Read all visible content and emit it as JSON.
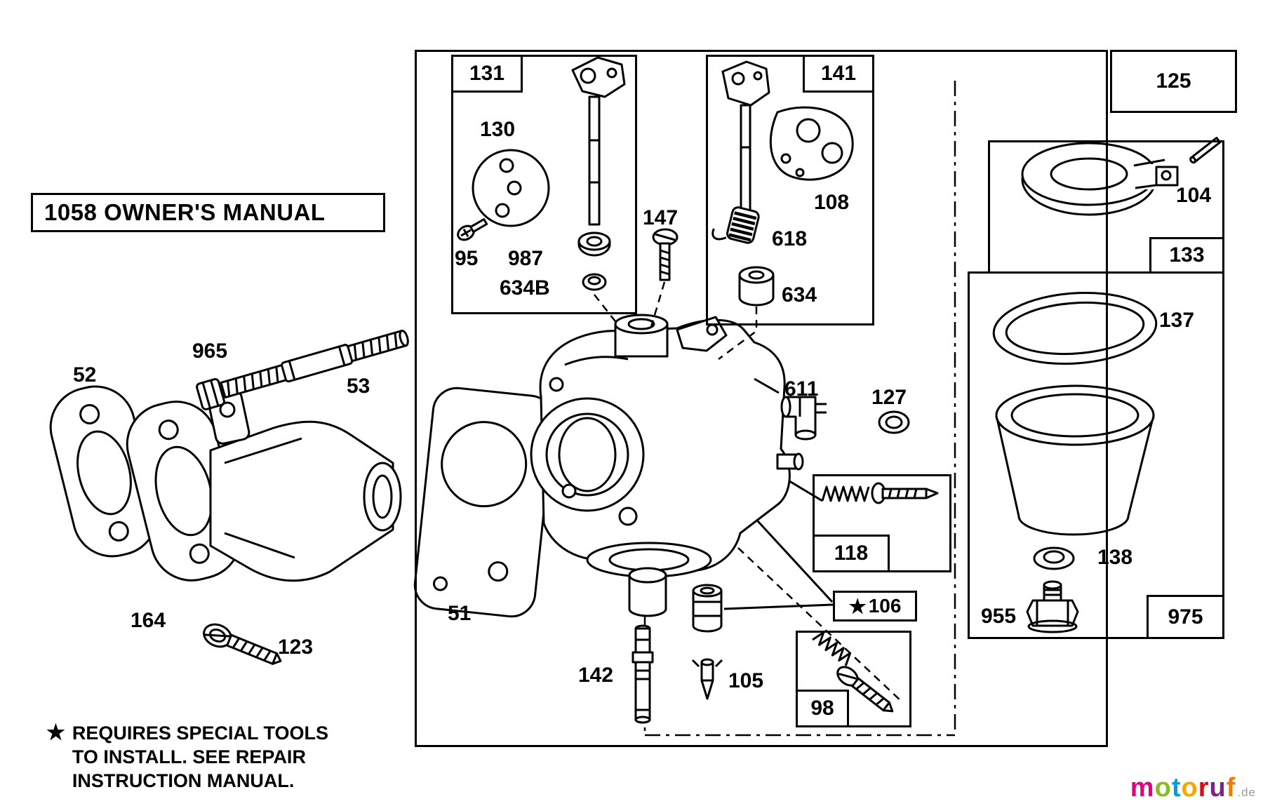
{
  "page": {
    "owner_manual": "1058 OWNER'S MANUAL",
    "footnote": {
      "star": "★",
      "line1": "REQUIRES SPECIAL TOOLS",
      "line2": "TO INSTALL.  SEE REPAIR",
      "line3": "INSTRUCTION MANUAL."
    },
    "logo": {
      "letters": [
        {
          "ch": "m",
          "color": "#e5007d"
        },
        {
          "ch": "o",
          "color": "#86bc25"
        },
        {
          "ch": "t",
          "color": "#009fe3"
        },
        {
          "ch": "o",
          "color": "#f7a600"
        },
        {
          "ch": "r",
          "color": "#e30613"
        },
        {
          "ch": "u",
          "color": "#7c2483"
        },
        {
          "ch": "f",
          "color": "#f07d00"
        }
      ],
      "suffix": ".de"
    }
  },
  "labels": {
    "l52": "52",
    "l53": "53",
    "l965": "965",
    "l164": "164",
    "l123": "123",
    "l51": "51",
    "l131": "131",
    "l130": "130",
    "l95": "95",
    "l987": "987",
    "l634B": "634B",
    "l147": "147",
    "l141": "141",
    "l108": "108",
    "l618": "618",
    "l634": "634",
    "l125": "125",
    "l104": "104",
    "l133": "133",
    "l137": "137",
    "l611": "611",
    "l127": "127",
    "l118": "118",
    "l138": "138",
    "l955": "955",
    "l975": "975",
    "star": "★",
    "l106": "106",
    "l98": "98",
    "l105": "105",
    "l142": "142"
  }
}
